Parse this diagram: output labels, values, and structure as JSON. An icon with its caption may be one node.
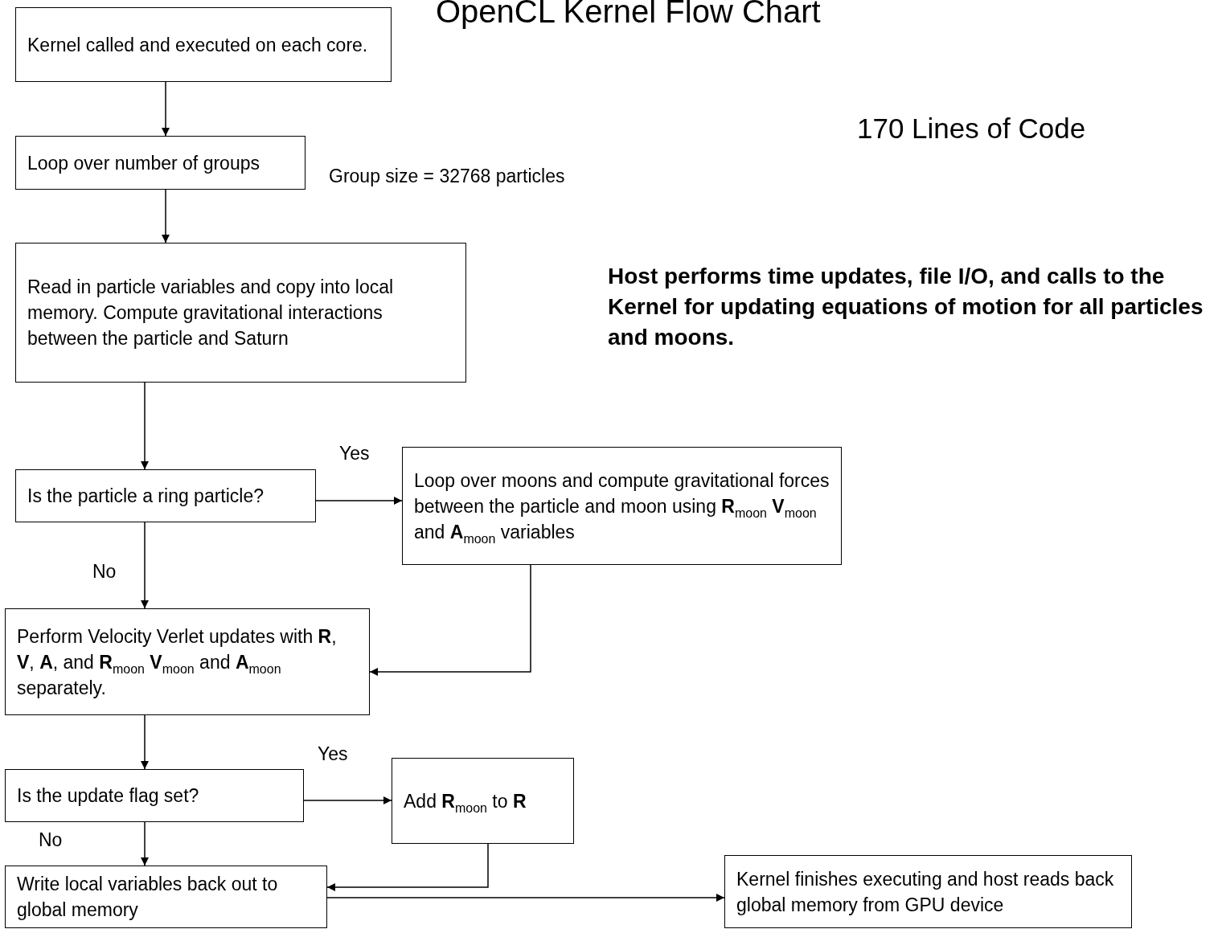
{
  "diagram": {
    "title": "OpenCL Kernel Flow Chart",
    "nodes": [
      {
        "text": [
          "Kernel called and executed on each core."
        ]
      },
      {
        "text": [
          "Loop over number of groups"
        ],
        "beside": [
          "Group size = 32768 particles"
        ]
      },
      {
        "text": [
          "Read in particle variables and copy into local memory. Compute gravitational interactions between the particle and Saturn"
        ]
      },
      {
        "text": [
          "Is the particle a ring particle?"
        ]
      },
      {
        "text": [
          "Loop over moons and compute gravitational forces between the particle and moon using **R**$_{moon}$ **V**$_{moon}$ and **A**$_{moon}$ variables"
        ]
      },
      {
        "text": [
          "Perform Velocity Verlet updates with **R**, **V**, **A**, and **R**$_{moon}$ **V**$_{moon}$ and **A**$_{moon}$ separately."
        ]
      },
      {
        "text": [
          "Is the update flag set?"
        ]
      },
      {
        "text": [
          "Add **R**$_{moon}$ to **R**"
        ]
      },
      {
        "text": [
          "Write local variables back out to global memory"
        ]
      },
      {
        "text": [
          "Kernel finishes executing and host reads back global memory from GPU device"
        ]
      }
    ],
    "edges": [
      {
        "from": 0,
        "to": 1,
        "arrow": "to"
      },
      {
        "from": 1,
        "to": 2,
        "arrow": "to"
      },
      {
        "from": 2,
        "to": 3,
        "arrow": "to"
      },
      {
        "from": 3,
        "to": 4,
        "arrow": "to",
        "label": "Yes"
      },
      {
        "from": 3,
        "to": 5,
        "arrow": "to",
        "label": "No"
      },
      {
        "from": 4,
        "to": 5,
        "arrow": "to"
      },
      {
        "from": 5,
        "to": 6,
        "arrow": "to"
      },
      {
        "from": 6,
        "to": 7,
        "arrow": "to",
        "label": "Yes"
      },
      {
        "from": 6,
        "to": 8,
        "arrow": "to",
        "label": "No"
      },
      {
        "from": 7,
        "to": 8,
        "arrow": "to"
      },
      {
        "from": 8,
        "to": 9,
        "arrow": "to"
      }
    ],
    "labels": [
      "170 Lines of Code",
      "Host performs time updates, file I/O, and calls to the Kernel for updating equations of motion for all particles and moons."
    ]
  }
}
